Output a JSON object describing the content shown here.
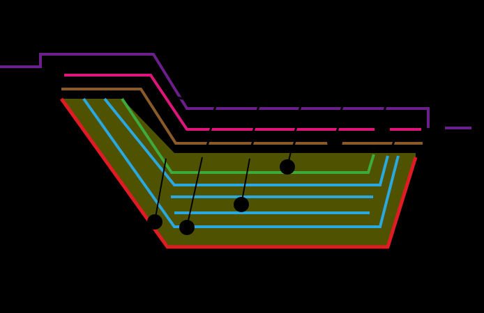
{
  "background": "#000000",
  "colors": {
    "purple": "#6a1f8a",
    "magenta": "#e0157c",
    "brown": "#8a5a2b",
    "green": "#3daa3d",
    "blue": "#2aa8e0",
    "red": "#e01b24",
    "fill": "#4f5200",
    "leader": "#000000",
    "marker": "#000000"
  },
  "layers": [
    {
      "name": "purple-line",
      "color_key": "purple"
    },
    {
      "name": "magenta-line",
      "color_key": "magenta"
    },
    {
      "name": "brown-line",
      "color_key": "brown"
    },
    {
      "name": "green-line",
      "color_key": "green"
    },
    {
      "name": "blue-line-1",
      "color_key": "blue"
    },
    {
      "name": "blue-line-2",
      "color_key": "blue"
    },
    {
      "name": "blue-line-3",
      "color_key": "blue"
    },
    {
      "name": "red-boundary",
      "color_key": "red"
    }
  ],
  "markers": [
    {
      "name": "marker-1"
    },
    {
      "name": "marker-2"
    },
    {
      "name": "marker-3"
    },
    {
      "name": "marker-4"
    },
    {
      "name": "marker-5"
    },
    {
      "name": "marker-6"
    }
  ]
}
